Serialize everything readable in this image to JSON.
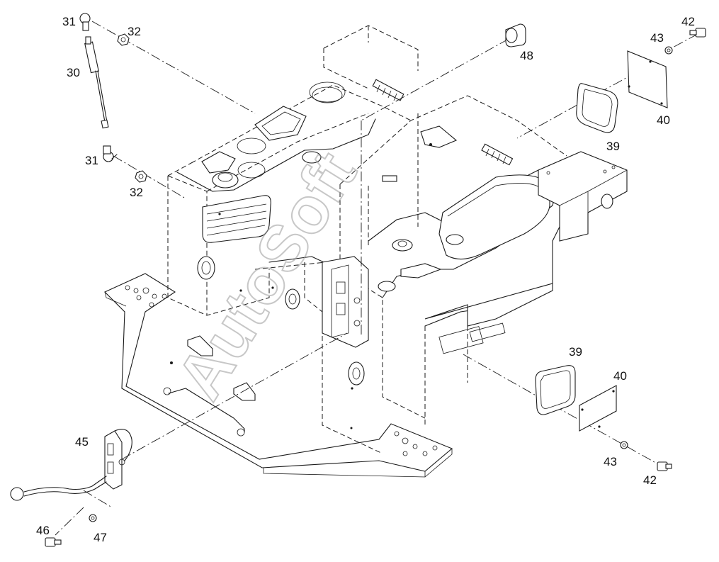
{
  "watermark": "AutoSoft",
  "labels": {
    "p31_top": "31",
    "p32_top": "32",
    "p30": "30",
    "p31_bottom": "31",
    "p32_bottom": "32",
    "p48": "48",
    "p42_top": "42",
    "p43_top": "43",
    "p40_top": "40",
    "p39_top": "39",
    "p39_bottom": "39",
    "p40_bottom": "40",
    "p43_bottom": "43",
    "p42_bottom": "42",
    "p45": "45",
    "p46": "46",
    "p47": "47"
  },
  "colors": {
    "line": "#1a1a1a",
    "background": "#ffffff",
    "watermark": "#9a9a9a"
  }
}
